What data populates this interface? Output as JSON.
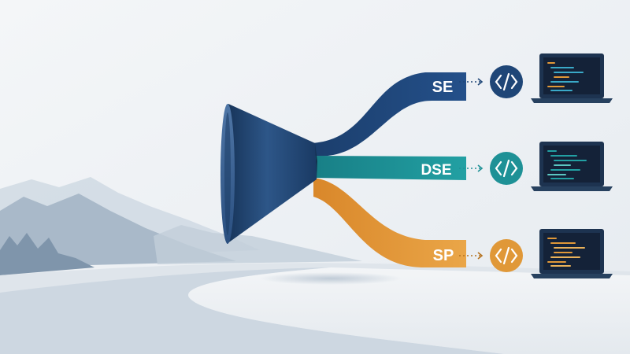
{
  "colors": {
    "background": "#eef2f5",
    "funnel": "#1e3f6b",
    "se": "#1f4677",
    "dse": "#1e9196",
    "sp": "#e09838",
    "laptop_body": "#1d3350",
    "laptop_screen": "#142238"
  },
  "icons": {
    "funnel": "funnel-icon",
    "code": "code-icon",
    "laptop": "laptop-icon",
    "arrow": "dotted-arrow-icon"
  },
  "streams": [
    {
      "label": "SE",
      "color": "#1f4677"
    },
    {
      "label": "DSE",
      "color": "#1e9196"
    },
    {
      "label": "SP",
      "color": "#e09838"
    }
  ]
}
